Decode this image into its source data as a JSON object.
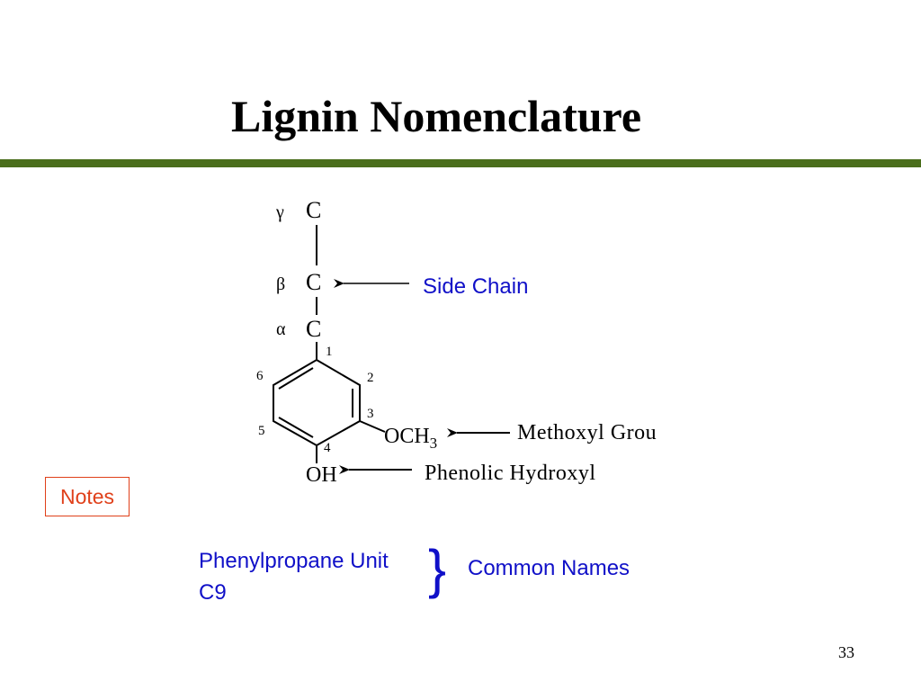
{
  "slide": {
    "title": "Lignin Nomenclature",
    "page_number": "33"
  },
  "structure": {
    "greek_labels": [
      "γ",
      "β",
      "α"
    ],
    "chain_atoms": [
      "C",
      "C",
      "C"
    ],
    "ring_positions": [
      "1",
      "2",
      "3",
      "4",
      "5",
      "6"
    ],
    "methoxyl_formula": "OCH",
    "methoxyl_subscript": "3",
    "hydroxyl_formula": "OH"
  },
  "callouts": {
    "side_chain": "Side Chain",
    "methoxyl": "Methoxyl Grou",
    "phenolic": "Phenolic Hydroxyl"
  },
  "notes_button": {
    "label": "Notes"
  },
  "common_names": {
    "unit": "Phenylpropane Unit",
    "c9": "C9",
    "brace": "}",
    "label": "Common Names"
  },
  "colors": {
    "accent_rule": "#4a6e1c",
    "callout_blue": "#1010c8",
    "notes_orange": "#e0401a"
  }
}
